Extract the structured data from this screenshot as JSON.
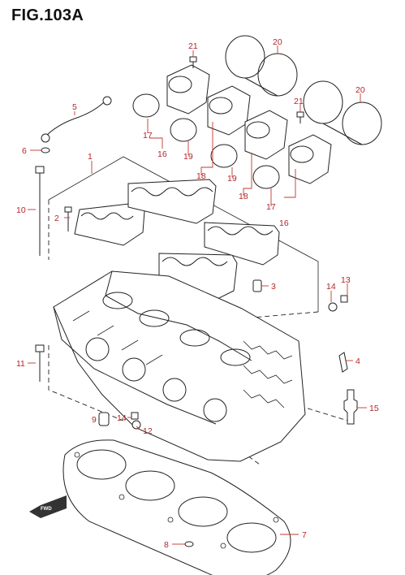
{
  "title": "FIG.103A",
  "callouts": [
    "1",
    "2",
    "3",
    "4",
    "5",
    "6",
    "7",
    "8",
    "9",
    "10",
    "11",
    "12",
    "13",
    "14",
    "14",
    "15",
    "16",
    "16",
    "17",
    "17",
    "18",
    "18",
    "19",
    "19",
    "20",
    "20",
    "21",
    "21"
  ],
  "fwd_label": "FWD",
  "colors": {
    "callout": "#b3262a",
    "line": "#222222"
  }
}
